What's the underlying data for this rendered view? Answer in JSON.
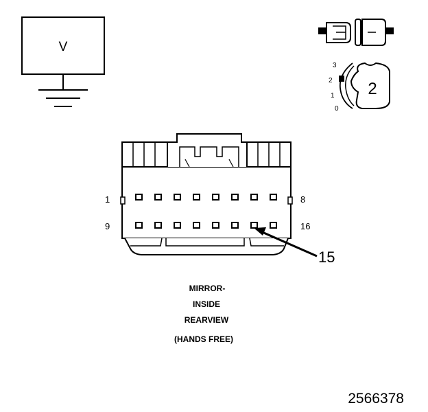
{
  "voltmeter": {
    "symbol": "V"
  },
  "selector": {
    "positions": [
      "3",
      "2",
      "1",
      "0"
    ],
    "selected_value": "2"
  },
  "connector": {
    "row1_start_pin": "1",
    "row1_end_pin": "8",
    "row2_start_pin": "9",
    "row2_end_pin": "16",
    "callout_pin": "15"
  },
  "caption": {
    "line1": "MIRROR-",
    "line2": "INSIDE",
    "line3": "REARVIEW",
    "line4": "(HANDS FREE)"
  },
  "figure_id": "2566378"
}
